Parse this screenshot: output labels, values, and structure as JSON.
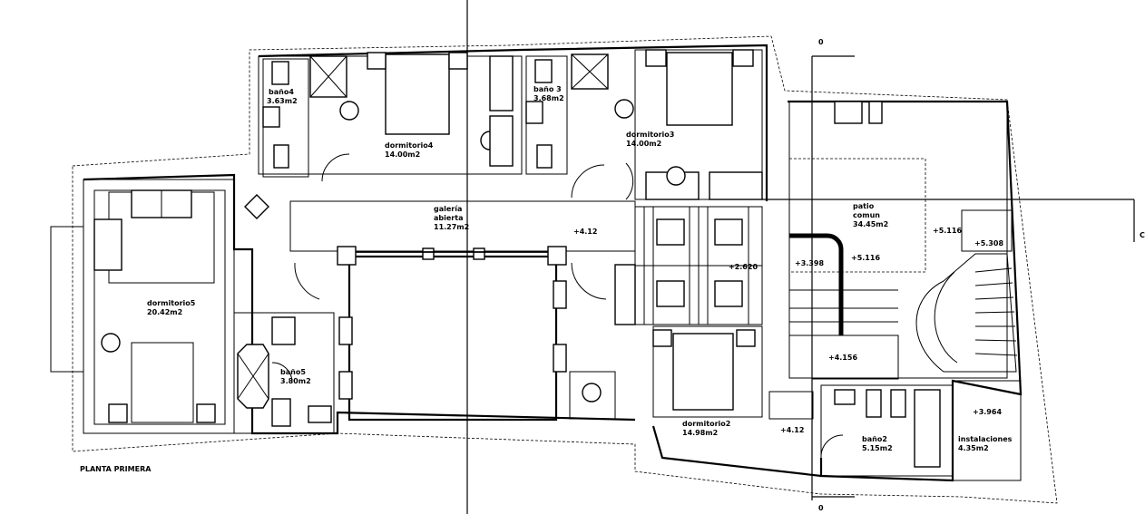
{
  "plan_title": "PLANTA PRIMERA",
  "rooms": {
    "bano4": {
      "name": "baño4",
      "area": "3.63m2"
    },
    "dormitorio4": {
      "name": "dormitorio4",
      "area": "14.00m2"
    },
    "bano3": {
      "name": "baño 3",
      "area": "3.68m2"
    },
    "dormitorio3": {
      "name": "dormitorio3",
      "area": "14.00m2"
    },
    "galeria": {
      "name_line1": "galería",
      "name_line2": "abierta",
      "area": "11.27m2"
    },
    "patio": {
      "name_line1": "patio",
      "name_line2": "comun",
      "area": "34.45m2"
    },
    "dormitorio5": {
      "name": "dormitorio5",
      "area": "20.42m2"
    },
    "bano5": {
      "name": "baño5",
      "area": "3.80m2"
    },
    "dormitorio2": {
      "name": "dormitorio2",
      "area": "14.98m2"
    },
    "bano2": {
      "name": "baño2",
      "area": "5.15m2"
    },
    "instalaciones": {
      "name": "instalaciones",
      "area": "4.35m2"
    }
  },
  "levels": {
    "galeria": "+4.12",
    "stair": "+2.620",
    "stair_top": "+3.398",
    "patio_a": "+5.116",
    "patio_b": "+5.116",
    "patio_c": "+5.308",
    "landing": "+4.156",
    "instalaciones": "+3.964",
    "entry": "+4.12"
  },
  "axis_labels": {
    "top": "0",
    "bottom": "0",
    "right": "C"
  }
}
